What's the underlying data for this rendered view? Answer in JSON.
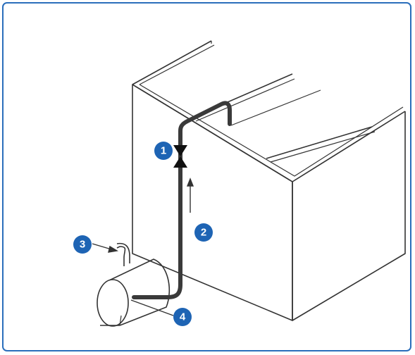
{
  "colors": {
    "frame": "#2a6ebb",
    "badge": "#1e64b4",
    "pipe": "#3a3a3a",
    "outline": "#333333"
  },
  "callouts": [
    {
      "id": "1",
      "label": "1",
      "icon": "valve-icon"
    },
    {
      "id": "2",
      "label": "2",
      "icon": "flow-arrow-icon"
    },
    {
      "id": "3",
      "label": "3",
      "icon": "pump-inlet-icon"
    },
    {
      "id": "4",
      "label": "4",
      "icon": "pump-icon"
    }
  ]
}
